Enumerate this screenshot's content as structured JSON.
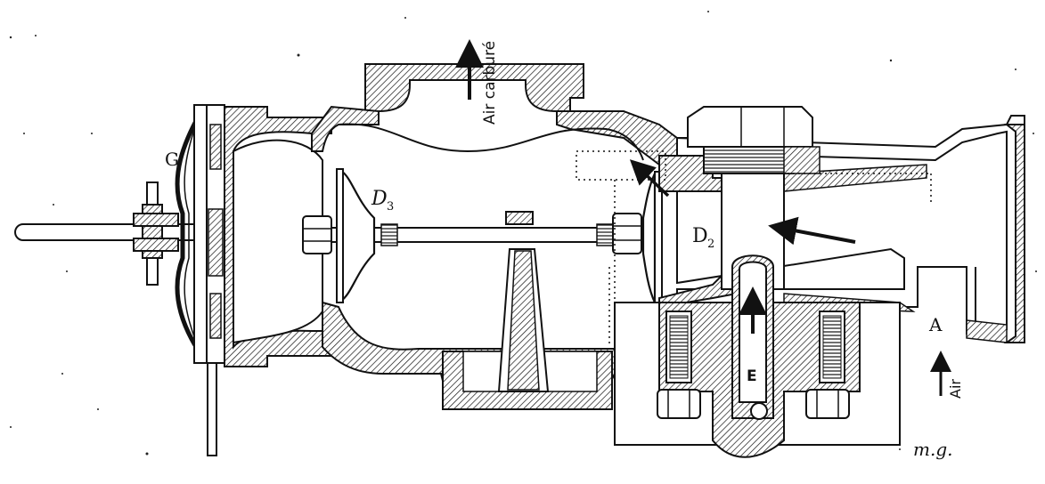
{
  "diagram": {
    "labels": {
      "g": "G",
      "d3": "D",
      "d3_sub": "3",
      "d2": "D",
      "d2_sub": "2",
      "a": "A",
      "e": "E",
      "air_carbure": "Air carburé",
      "air": "Air",
      "signature": "m.g."
    },
    "colors": {
      "ink": "#111111",
      "paper": "#ffffff"
    }
  }
}
